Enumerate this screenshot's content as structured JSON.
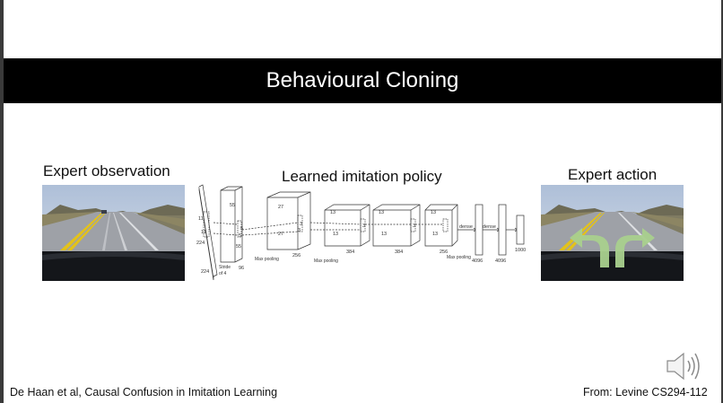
{
  "slide": {
    "title": "Behavioural Cloning",
    "left_caption": "Expert observation",
    "center_caption": "Learned imitation policy",
    "right_caption": "Expert action",
    "footer_left": "De Haan et al, Causal Confusion in Imitation Learning",
    "footer_right": "From: Levine CS294-112"
  },
  "network": {
    "input_labels": [
      "11",
      "11",
      "224",
      "224",
      "3"
    ],
    "stride": "Stride of 4",
    "layer1": [
      "55",
      "55",
      "96"
    ],
    "layer2": [
      "27",
      "27",
      "256"
    ],
    "layer3": [
      "13",
      "13",
      "384"
    ],
    "layer4": [
      "13",
      "13",
      "384"
    ],
    "layer5": [
      "13",
      "13",
      "256"
    ],
    "kernel_labels": [
      "5",
      "5",
      "3",
      "3",
      "3",
      "3",
      "3",
      "3"
    ],
    "pool_label": "Max pooling",
    "dense_label": "dense",
    "dense_sizes": [
      "4096",
      "4096",
      "1000"
    ]
  },
  "colors": {
    "title_bar": "#000000",
    "arrow_green": "#a9d08e",
    "lane_yellow": "#e3c21a"
  },
  "icons": [
    "speaker-icon",
    "turn-arrows-icon"
  ]
}
